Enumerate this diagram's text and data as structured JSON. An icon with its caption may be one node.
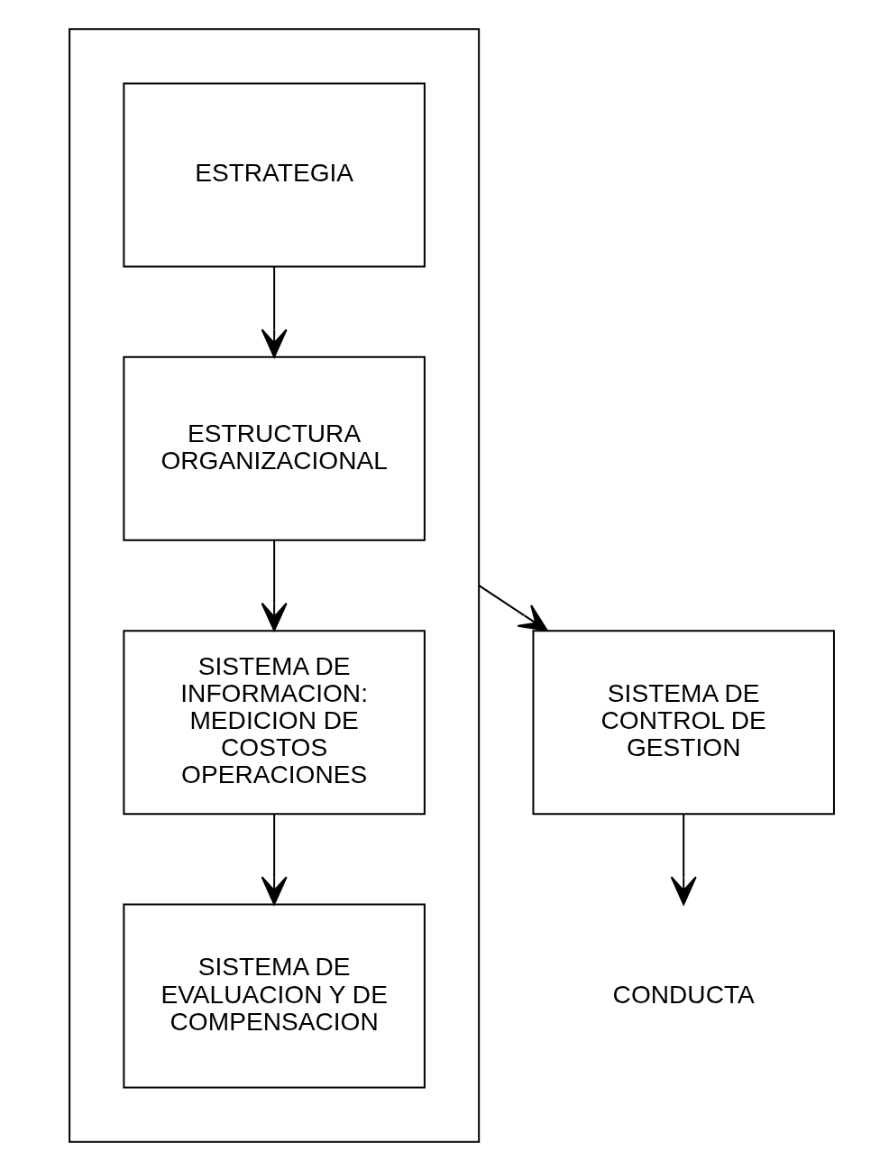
{
  "diagram": {
    "nodes": [
      {
        "text": [],
        "shape": "box"
      },
      {
        "text": [
          "ESTRATEGIA"
        ],
        "in": 0
      },
      {
        "text": [
          "ESTRUCTURA ORGANIZACIONAL"
        ],
        "in": 0
      },
      {
        "text": [
          "SISTEMA DE INFORMACION: MEDICION DE COSTOS OPERACIONES"
        ],
        "in": 0
      },
      {
        "text": [
          "SISTEMA DE EVALUACION Y DE COMPENSACION"
        ],
        "in": 0
      },
      {
        "text": [
          "SISTEMA DE CONTROL DE GESTION"
        ]
      },
      {
        "text": [
          "CONDUCTA"
        ]
      }
    ],
    "edges": [
      {
        "from": 1,
        "to": 2,
        "arrow": "to"
      },
      {
        "from": 2,
        "to": 3,
        "arrow": "to"
      },
      {
        "from": 3,
        "to": 4,
        "arrow": "to"
      },
      {
        "from": 0,
        "to": 5,
        "arrow": "to"
      },
      {
        "from": 5,
        "to": 6,
        "arrow": "to"
      }
    ]
  }
}
